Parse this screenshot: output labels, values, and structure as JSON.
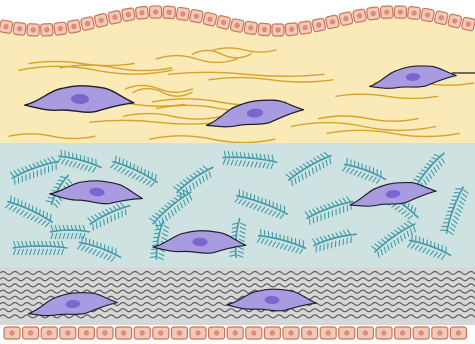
{
  "figure": {
    "subject": "tissue-layers-cross-section",
    "colors": {
      "background": "#ffffff",
      "epithelial_cell_fill": "#f3c9b6",
      "epithelial_cell_stroke": "#c8755b",
      "epithelial_nucleus": "#e08f86",
      "loose_matrix": "#faeab8",
      "loose_fiber": "#d8a22a",
      "ground_substance": "#cfe2e2",
      "branched_fiber": "#3f9aa8",
      "dense_matrix": "#d7d7d7",
      "wavy_fiber": "#5f5f5f",
      "cell_fill": "#a99be0",
      "cell_stroke": "#1f1f2b",
      "cell_nucleus": "#7b66cf",
      "pointer_line": "#1f1f2b"
    },
    "layers": [
      {
        "name": "upper-epithelium",
        "type": "cuboidal-cells"
      },
      {
        "name": "loose-connective-layer",
        "type": "wavy-yellow-fibers"
      },
      {
        "name": "branched-fiber-layer",
        "type": "branched-teal-fibers"
      },
      {
        "name": "dense-fiber-layer",
        "type": "parallel-wavy-gray-fibers"
      },
      {
        "name": "lower-epithelium",
        "type": "cuboidal-cells"
      }
    ],
    "cell_counts": {
      "loose-connective-layer": 3,
      "branched-fiber-layer": 3,
      "dense-fiber-layer": 2
    },
    "pointer_line": true
  }
}
